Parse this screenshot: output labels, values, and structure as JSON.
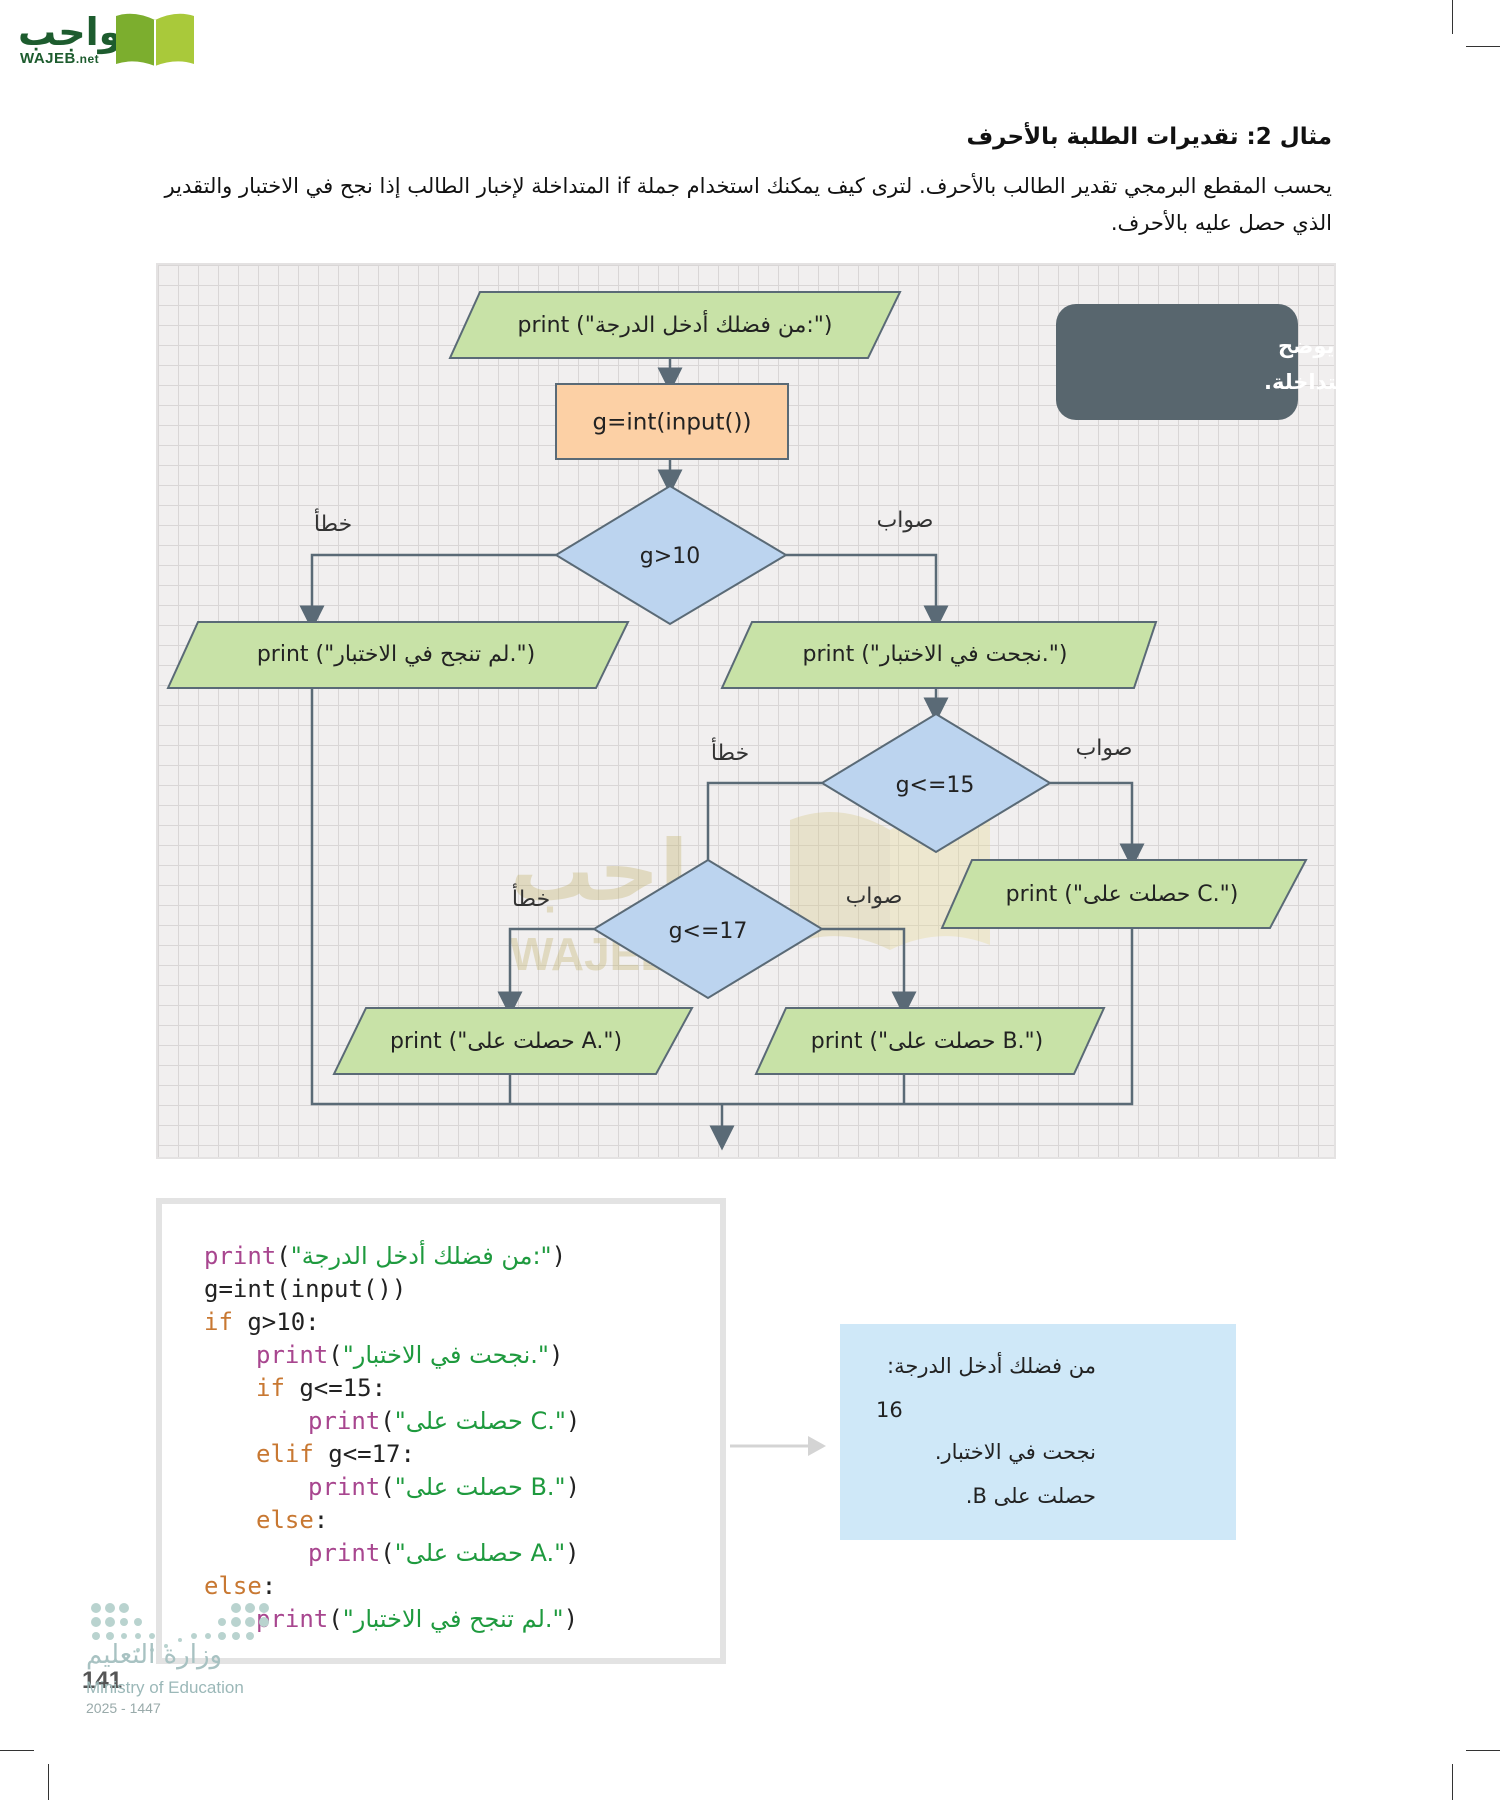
{
  "logo": {
    "arabic": "واجب",
    "latin": "WAJEB",
    "suffix": ".net"
  },
  "heading": "مثال 2: تقديرات الطلبة بالأحرف",
  "intro": "يحسب المقطع البرمجي تقدير الطالب بالأحرف. لترى كيف يمكنك استخدام جملة if المتداخلة لإخبار الطالب إذا نجح في الاختبار والتقدير الذي حصل عليه بالأحرف.",
  "flowchart": {
    "caption_line1": "مخطط انسيابي يوضح",
    "caption_line2": "جملة if المتداخلة.",
    "prompt": "print (\"من فضلك أدخل الدرجة:\")",
    "input": "g=int(input())",
    "cond1": "g>10",
    "cond2": "g<=15",
    "cond3": "g<=17",
    "pass": "print (\"نجحت في الاختبار.\")",
    "fail": "print (\"لم تنجح في الاختبار.\")",
    "grade_c": "print (\"حصلت على C.\")",
    "grade_b": "print (\"حصلت على B.\")",
    "grade_a": "print (\"حصلت على A.\")",
    "true_label": "صواب",
    "false_label": "خطأ",
    "colors": {
      "io": "#c8e2a7",
      "process": "#fcd0a5",
      "decision": "#bcd4ef",
      "caption": "#58666e",
      "line": "#5a6a76"
    }
  },
  "code": {
    "l1_fn": "print",
    "l1_str": "\"من فضلك أدخل الدرجة:\"",
    "l2": "g=int(input())",
    "l3_kw": "if",
    "l3_rest": " g>10:",
    "l4_fn": "print",
    "l4_str": "\"نجحت في الاختبار.\"",
    "l5_kw": "if",
    "l5_rest": " g<=15:",
    "l6_fn": "print",
    "l6_str": "\"حصلت على C.\"",
    "l7_kw": "elif",
    "l7_rest": " g<=17:",
    "l8_fn": "print",
    "l8_str": "\"حصلت على B.\"",
    "l9_kw": "else",
    "l9_rest": ":",
    "l10_fn": "print",
    "l10_str": "\"حصلت على A.\"",
    "l11_kw": "else",
    "l11_rest": ":",
    "l12_fn": "print",
    "l12_str": "\"لم تنجح في الاختبار.\""
  },
  "output": {
    "line1": "من فضلك أدخل الدرجة:",
    "line2": "16",
    "line3": "نجحت في الاختبار.",
    "line4": "حصلت على B."
  },
  "footer": {
    "ministry_ar": "وزارة التعليم",
    "ministry_en": "Ministry of Education",
    "year": "2025 - 1447",
    "page_number": "141"
  }
}
